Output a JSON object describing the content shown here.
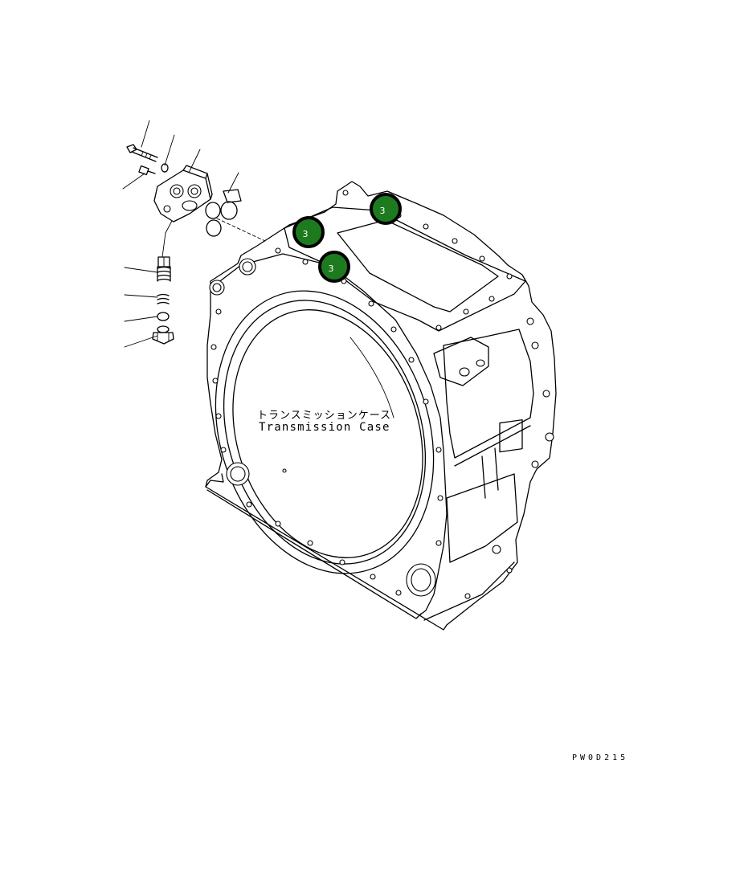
{
  "caption": {
    "japanese": "トランスミッションケース",
    "english": "Transmission Case"
  },
  "drawing_code": "PW0D215",
  "markers": [
    {
      "label": "3"
    },
    {
      "label": "3"
    },
    {
      "label": "3"
    }
  ],
  "colors": {
    "marker_fill": "#1e7a1e",
    "marker_stroke": "#000000",
    "line": "#000000",
    "background": "#ffffff"
  }
}
